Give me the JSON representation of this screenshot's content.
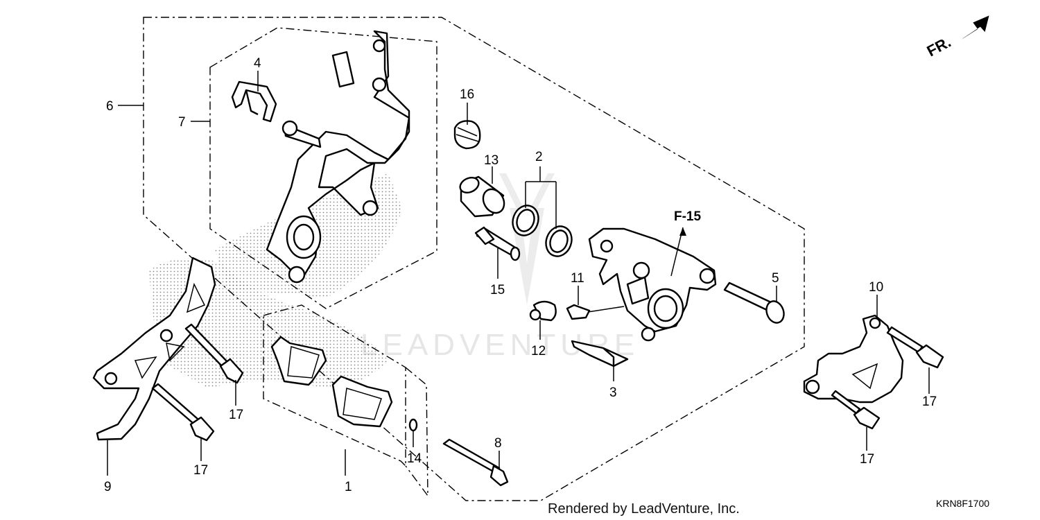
{
  "diagram": {
    "reference_label": "F-15",
    "direction_label": "FR.",
    "watermark": "LEADVENTURE",
    "credit": "Rendered by LeadVenture, Inc.",
    "diagram_code": "KRN8F1700",
    "callouts": {
      "c1": "1",
      "c2": "2",
      "c3": "3",
      "c4": "4",
      "c5": "5",
      "c6": "6",
      "c7": "7",
      "c8": "8",
      "c9": "9",
      "c10": "10",
      "c11": "11",
      "c12": "12",
      "c13": "13",
      "c14": "14",
      "c15": "15",
      "c16": "16",
      "c17a": "17",
      "c17b": "17",
      "c17c": "17",
      "c17d": "17"
    }
  }
}
